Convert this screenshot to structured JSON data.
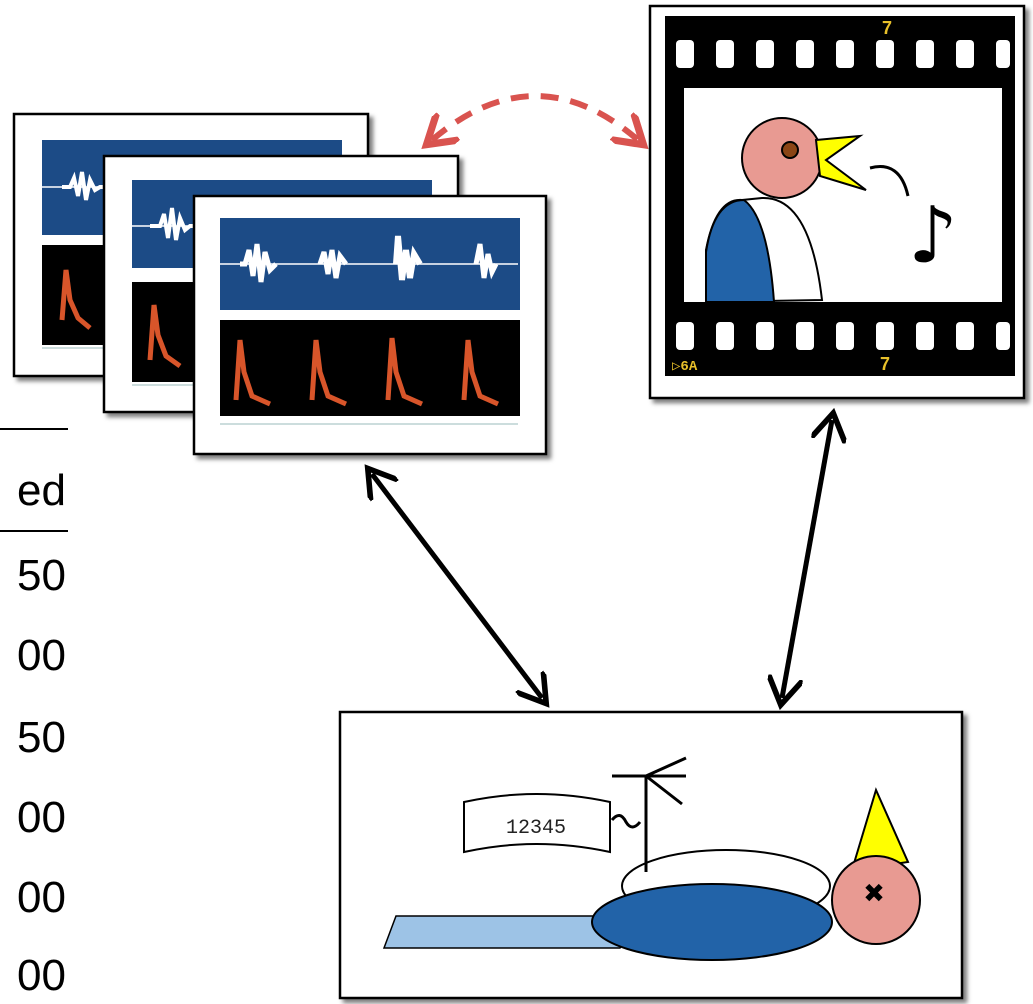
{
  "table_fragment": {
    "header": "ed",
    "rows": [
      "50",
      "00",
      "50",
      "00",
      "00",
      "00"
    ]
  },
  "tag_label": "12345",
  "film_frame_number_top": "7",
  "film_frame_number_bottom": "7",
  "film_edge_code": "▷6A",
  "music_note": "♪",
  "colors": {
    "waveform_bg": "#1f4b86",
    "bird_blue": "#2264a8",
    "bird_head": "#e89a92",
    "beak_yellow": "#ffff00",
    "dashed_arrow": "#d9534f",
    "mat": "#9dc3e6"
  }
}
